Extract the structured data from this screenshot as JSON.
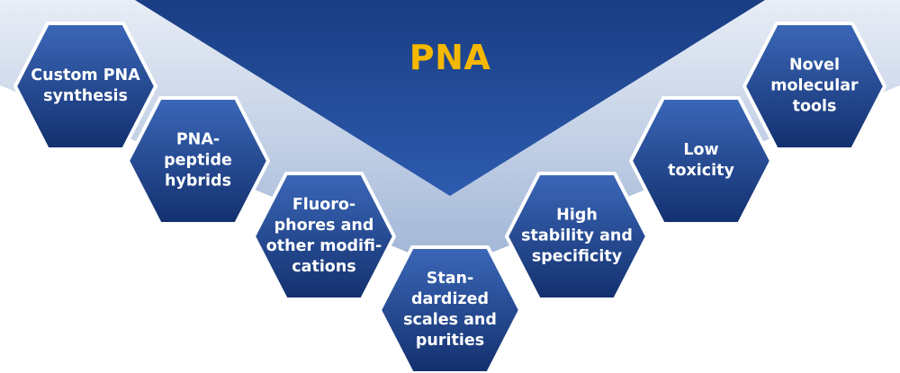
{
  "diagram": {
    "title": "PNA",
    "colors": {
      "hex_top": "#3b67b8",
      "hex_bottom": "#13306e",
      "triangle_top": "#1a3d84",
      "triangle_bottom": "#2d5bae",
      "band_top": "#eaeff7",
      "band_bottom": "#8ea7cf",
      "title": "#f5b800",
      "label": "#ffffff"
    },
    "items": [
      {
        "label": "Custom PNA\nsynthesis"
      },
      {
        "label": "PNA-\npeptide\nhybrids"
      },
      {
        "label": "Fluoro-\nphores and\nother modifi-\ncations"
      },
      {
        "label": "Stan-\ndardized\nscales and\npurities"
      },
      {
        "label": "High\nstability and\nspecificity"
      },
      {
        "label": "Low\ntoxicity"
      },
      {
        "label": "Novel\nmolecular\ntools"
      }
    ]
  }
}
